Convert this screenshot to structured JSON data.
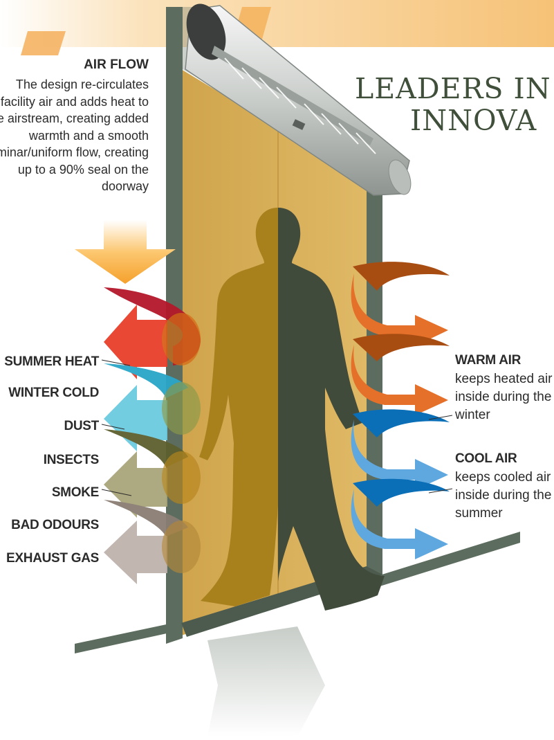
{
  "headline": {
    "line1": "LEADERS IN",
    "line2": "INNOVA"
  },
  "airflow": {
    "title": "AIR FLOW",
    "description": "The design re-circulates facility air and adds heat to the airstream, creating added warmth and a smooth laminar/uniform flow, creating up to a 90% seal on the doorway"
  },
  "outside_labels": [
    "SUMMER HEAT",
    "WINTER COLD",
    "DUST",
    "INSECTS",
    "SMOKE",
    "BAD ODOURS",
    "EXHAUST GAS"
  ],
  "warm_air": {
    "title": "WARM AIR",
    "lines": [
      "keeps heated air",
      "inside during the",
      "winter"
    ]
  },
  "cool_air": {
    "title": "COOL AIR",
    "lines": [
      "keeps cooled air",
      "inside during the",
      "summer"
    ]
  },
  "colors": {
    "banner": "#f6c277",
    "door_frame": "#5c6c5e",
    "air_curtain": "#d9b060",
    "silhouette_light": "#a8811d",
    "silhouette_dark": "#414b3b",
    "warm_arrow": "#e4702a",
    "cool_arrow": "#5fa8df",
    "heat_arrow": "#e8402a",
    "cold_arrow": "#6ccbe0",
    "smoke_arrow": "#a9a57a",
    "exhaust_arrow": "#bfb3ad"
  }
}
